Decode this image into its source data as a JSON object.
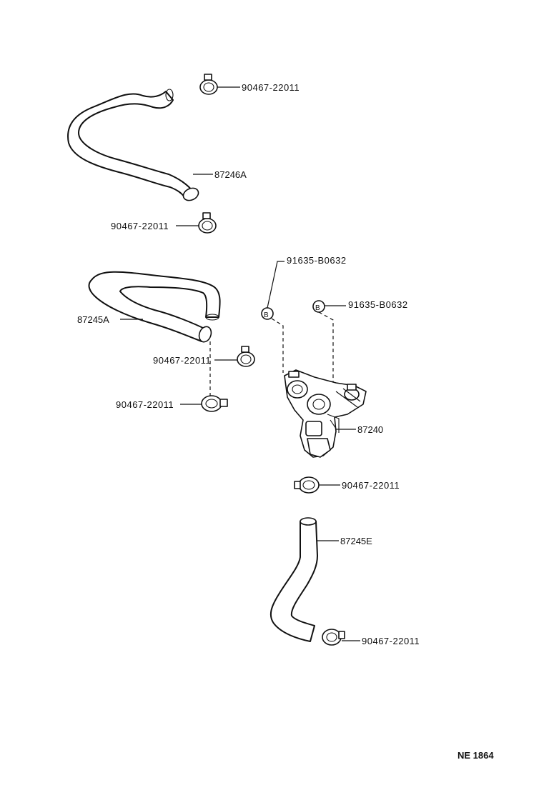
{
  "parts": {
    "hose_87246a": "87246A",
    "hose_87245a": "87245A",
    "hose_87245e": "87245E",
    "valve_87240": "87240",
    "bolt_label": "B",
    "bolt_code_1": "91635-B0632",
    "bolt_code_2": "91635-B0632",
    "clip_1": "90467-22011",
    "clip_2": "90467-22011",
    "clip_3": "90467-22011",
    "clip_4": "90467-22011",
    "clip_5": "90467-22011",
    "clip_6": "90467-22011"
  },
  "footer": {
    "diagram_code": "NE  1864"
  }
}
